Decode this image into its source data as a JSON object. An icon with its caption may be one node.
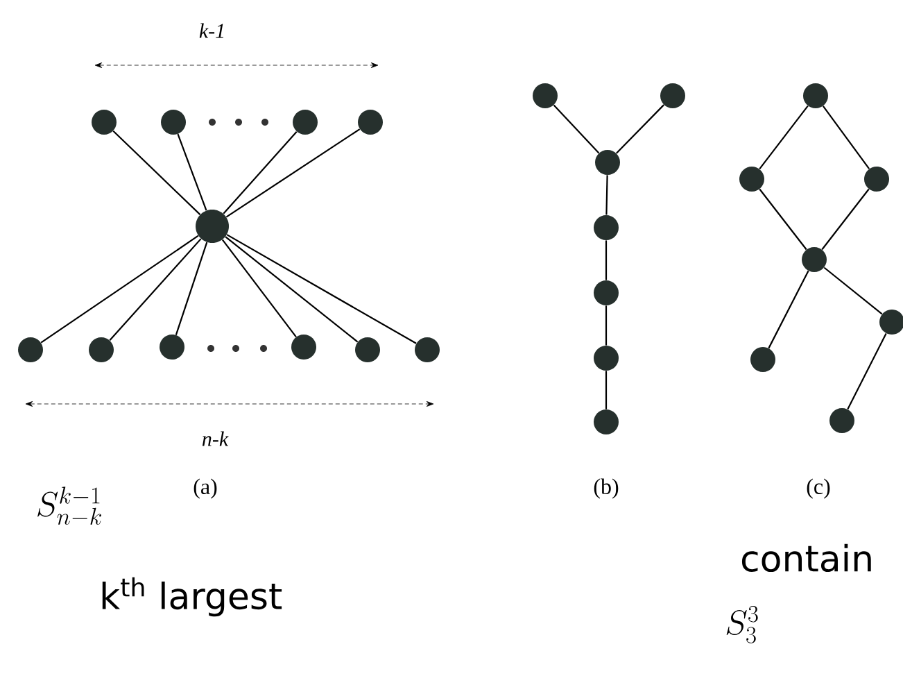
{
  "diagram": {
    "nodes": [
      {
        "text": [],
        "shape": "circle"
      },
      {
        "text": [],
        "shape": "circle"
      },
      {
        "text": [],
        "shape": "circle"
      },
      {
        "text": [],
        "shape": "circle"
      },
      {
        "text": [],
        "shape": "circle"
      },
      {
        "text": [],
        "shape": "circle"
      },
      {
        "text": [],
        "shape": "circle"
      },
      {
        "text": [],
        "shape": "circle"
      },
      {
        "text": [],
        "shape": "circle"
      },
      {
        "text": [],
        "shape": "circle"
      },
      {
        "text": [],
        "shape": "circle"
      },
      {
        "text": [],
        "shape": "circle"
      },
      {
        "text": [],
        "shape": "circle"
      },
      {
        "text": [],
        "shape": "circle"
      },
      {
        "text": [],
        "shape": "circle"
      },
      {
        "text": [],
        "shape": "circle"
      },
      {
        "text": [],
        "shape": "circle"
      },
      {
        "text": [],
        "shape": "circle"
      },
      {
        "text": [],
        "shape": "circle"
      },
      {
        "text": [],
        "shape": "circle"
      },
      {
        "text": [],
        "shape": "circle"
      },
      {
        "text": [],
        "shape": "circle"
      },
      {
        "text": [],
        "shape": "circle"
      },
      {
        "text": [],
        "shape": "circle"
      },
      {
        "text": [],
        "shape": "circle"
      }
    ],
    "edges": [
      {
        "from": 0,
        "to": 4,
        "arrow": "none"
      },
      {
        "from": 1,
        "to": 4,
        "arrow": "none"
      },
      {
        "from": 2,
        "to": 4,
        "arrow": "none"
      },
      {
        "from": 3,
        "to": 4,
        "arrow": "none"
      },
      {
        "from": 4,
        "to": 5,
        "arrow": "none"
      },
      {
        "from": 4,
        "to": 6,
        "arrow": "none"
      },
      {
        "from": 4,
        "to": 7,
        "arrow": "none"
      },
      {
        "from": 4,
        "to": 8,
        "arrow": "none"
      },
      {
        "from": 4,
        "to": 9,
        "arrow": "none"
      },
      {
        "from": 4,
        "to": 10,
        "arrow": "none"
      },
      {
        "from": 11,
        "to": 13,
        "arrow": "none"
      },
      {
        "from": 12,
        "to": 13,
        "arrow": "none"
      },
      {
        "from": 13,
        "to": 14,
        "arrow": "none"
      },
      {
        "from": 14,
        "to": 15,
        "arrow": "none"
      },
      {
        "from": 15,
        "to": 16,
        "arrow": "none"
      },
      {
        "from": 16,
        "to": 17,
        "arrow": "none"
      },
      {
        "from": 18,
        "to": 19,
        "arrow": "none"
      },
      {
        "from": 18,
        "to": 20,
        "arrow": "none"
      },
      {
        "from": 19,
        "to": 21,
        "arrow": "none"
      },
      {
        "from": 20,
        "to": 21,
        "arrow": "none"
      },
      {
        "from": 21,
        "to": 22,
        "arrow": "none"
      },
      {
        "from": 21,
        "to": 23,
        "arrow": "none"
      },
      {
        "from": 23,
        "to": 24,
        "arrow": "none"
      }
    ],
    "labels": [
      "k-1",
      "n-k",
      "S^{k-1}_{n-k}",
      "(a)",
      "(b)",
      "(c)",
      "k$^{th}$ largest",
      "contain",
      "S^{3}_{3}"
    ]
  }
}
